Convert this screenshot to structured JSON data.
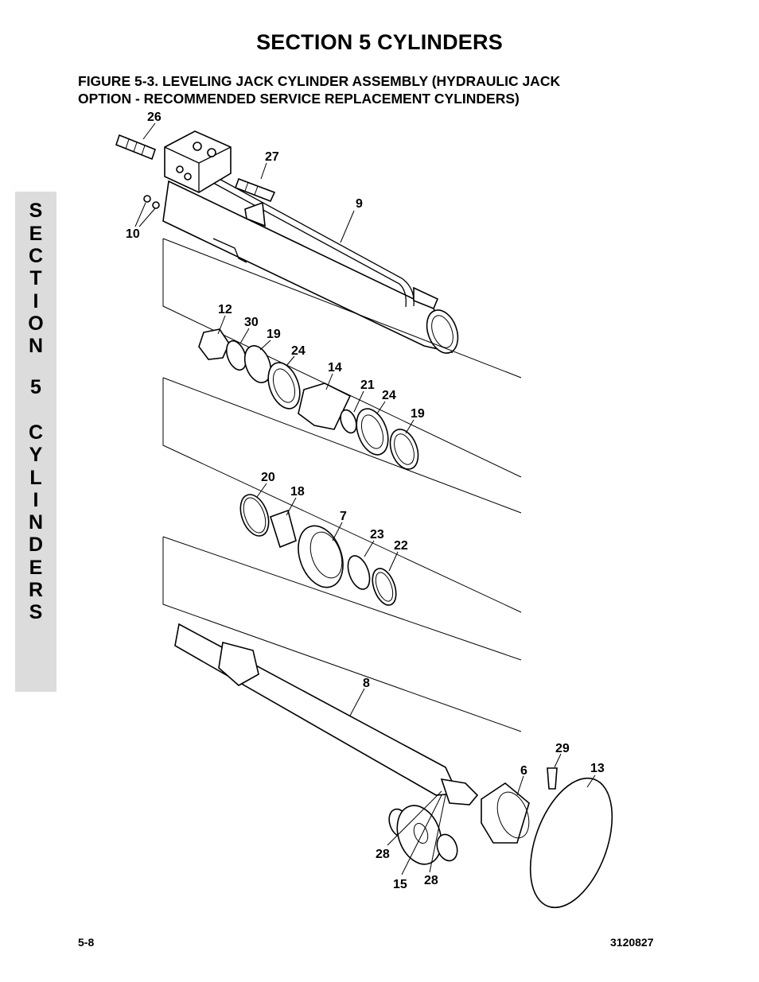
{
  "header": {
    "section_title": "SECTION 5  CYLINDERS",
    "figure_caption_line1": "FIGURE 5-3.    LEVELING JACK CYLINDER ASSEMBLY (HYDRAULIC JACK",
    "figure_caption_line2": "OPTION - RECOMMENDED SERVICE REPLACEMENT CYLINDERS)"
  },
  "side_tab": {
    "letters": [
      "S",
      "E",
      "C",
      "T",
      "I",
      "O",
      "N",
      "",
      "5",
      "",
      "C",
      "Y",
      "L",
      "I",
      "N",
      "D",
      "E",
      "R",
      "S"
    ]
  },
  "callouts": {
    "c26": "26",
    "c27": "27",
    "c9": "9",
    "c10": "10",
    "c12": "12",
    "c30": "30",
    "c19a": "19",
    "c24a": "24",
    "c14": "14",
    "c21": "21",
    "c24b": "24",
    "c19b": "19",
    "c20": "20",
    "c18": "18",
    "c7": "7",
    "c23": "23",
    "c22": "22",
    "c8": "8",
    "c29": "29",
    "c6": "6",
    "c13": "13",
    "c28a": "28",
    "c15": "15",
    "c28b": "28"
  },
  "footer": {
    "page_number": "5-8",
    "doc_number": "3120827"
  }
}
